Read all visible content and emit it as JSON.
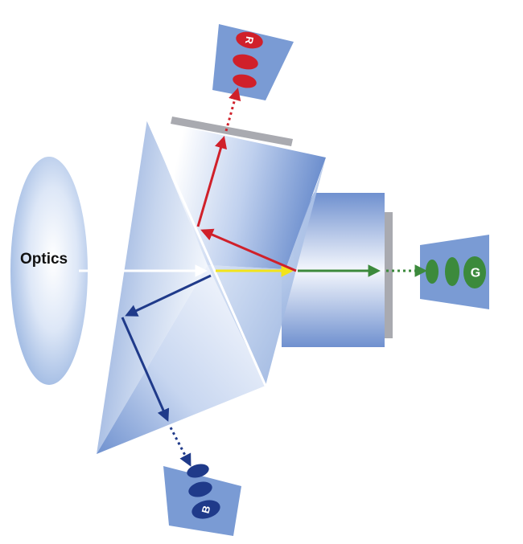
{
  "labels": {
    "optics": "Optics",
    "red": "R",
    "green": "G",
    "blue": "B"
  },
  "colors": {
    "red_channel": "#d0202a",
    "green_channel": "#3c8a3c",
    "blue_channel": "#1f3a8a",
    "combined_beam": "#f2e41a",
    "incoming_beam": "#ffffff",
    "prism_fill": "#7f9fd6",
    "sensor_fill": "#7a9bd4",
    "coating": "#a9aab0"
  }
}
